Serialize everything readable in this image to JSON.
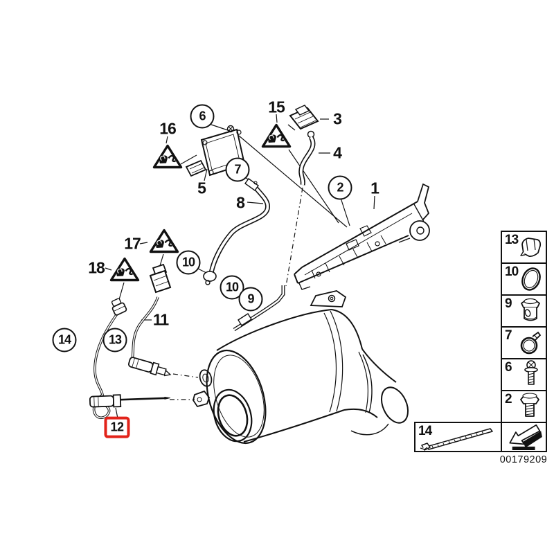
{
  "image_code": "00179209",
  "colors": {
    "ink": "#111111",
    "highlight_red": "#e2231a",
    "background": "#ffffff"
  },
  "callouts": {
    "plain": {
      "n16": "16",
      "n15": "15",
      "n3": "3",
      "n4": "4",
      "n5": "5",
      "n8": "8",
      "n1": "1",
      "n17": "17",
      "n18": "18",
      "n11": "11"
    },
    "circled": {
      "c6": "6",
      "c7": "7",
      "c2": "2",
      "c10a": "10",
      "c10b": "10",
      "c9": "9",
      "c14": "14",
      "c13": "13"
    },
    "highlighted": {
      "c12": "12"
    }
  },
  "warning_triangle_icon": "caution-hand-pictogram",
  "sidebar": {
    "items": [
      {
        "label": "13",
        "icon": "retaining-clip-icon"
      },
      {
        "label": "10",
        "icon": "o-ring-icon"
      },
      {
        "label": "9",
        "icon": "screw-plug-icon"
      },
      {
        "label": "7",
        "icon": "hose-clamp-icon"
      },
      {
        "label": "6",
        "icon": "torx-screw-icon"
      },
      {
        "label": "2",
        "icon": "hex-bolt-icon"
      }
    ],
    "bottom_item": {
      "label": "14",
      "icon": "cable-tie-icon"
    },
    "arrow_icon": "direction-arrow-icon",
    "image_code": "00179209"
  }
}
